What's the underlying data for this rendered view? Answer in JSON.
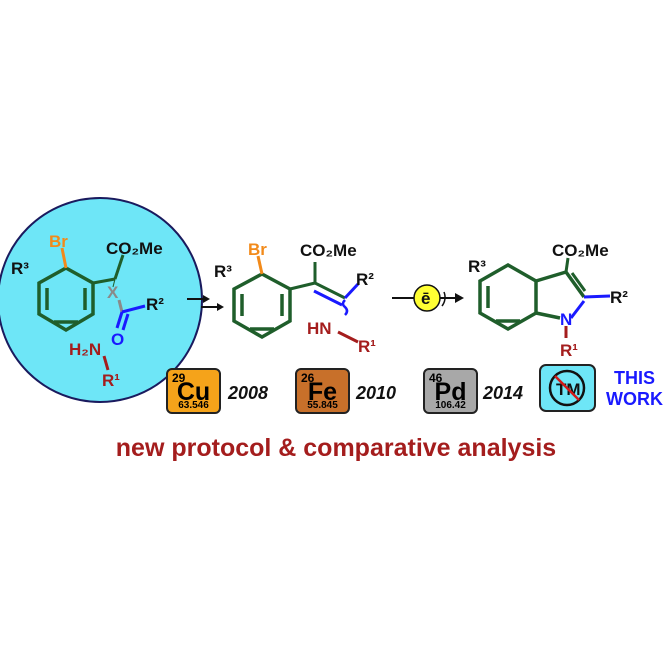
{
  "colors": {
    "circle_fill": "#6ee6f7",
    "ring_green": "#1f5e2b",
    "bromine": "#f28a1a",
    "blue": "#1a1aff",
    "amine_red": "#a41d1d",
    "x_gray": "#8a8a8a",
    "cu_tile": "#f5a31a",
    "fe_tile": "#c8702a",
    "pd_tile": "#a8a8a8",
    "tm_tile": "#6ee6f7",
    "electron_fill": "#ffff33"
  },
  "molecule1": {
    "br": "Br",
    "ester": "CO₂Me",
    "r3": "R³",
    "x": "X",
    "o": "O",
    "r2": "R²",
    "amine": "H₂N",
    "r1": "R¹"
  },
  "molecule2": {
    "br": "Br",
    "ester": "CO₂Me",
    "r3": "R³",
    "r2": "R²",
    "hn": "HN",
    "r1": "R¹"
  },
  "electron": "ē",
  "molecule3": {
    "ester": "CO₂Me",
    "r3": "R³",
    "r2": "R²",
    "n": "N",
    "r1": "R¹"
  },
  "tiles": [
    {
      "number": "29",
      "symbol": "Cu",
      "mass": "63.546",
      "year": "2008"
    },
    {
      "number": "26",
      "symbol": "Fe",
      "mass": "55.845",
      "year": "2010"
    },
    {
      "number": "46",
      "symbol": "Pd",
      "mass": "106.42",
      "year": "2014"
    }
  ],
  "tm_badge": "TM",
  "this_work": [
    "THIS",
    "WORK"
  ],
  "footer": "new protocol & comparative analysis"
}
